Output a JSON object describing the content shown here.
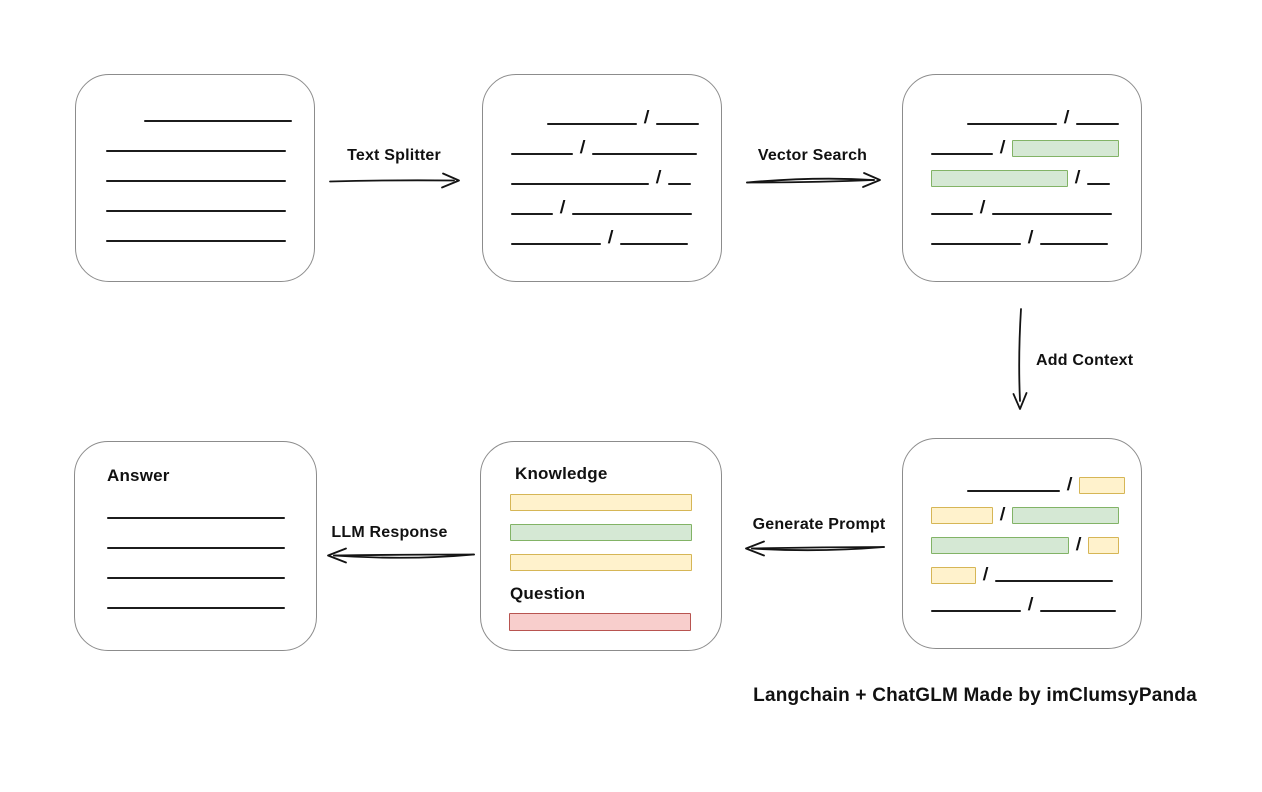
{
  "caption": "Langchain + ChatGLM Made by imClumsyPanda",
  "arrows": {
    "text_splitter": "Text Splitter",
    "vector_search": "Vector Search",
    "add_context": "Add Context",
    "generate_prompt": "Generate Prompt",
    "llm_response": "LLM Response"
  },
  "colors": {
    "line": "#1c1c1c",
    "box_border": "#8c8c8c",
    "green_fill": "#d5e8d4",
    "green_border": "#82b366",
    "yellow_fill": "#fff2cc",
    "yellow_border": "#d6b656",
    "red_fill": "#f8cecc",
    "red_border": "#b85450"
  },
  "boxes": {
    "document": {
      "rows": [
        [
          {
            "t": "indent",
            "w": 32
          },
          {
            "t": "line",
            "w": 148
          }
        ],
        [
          {
            "t": "line",
            "w": 180
          }
        ],
        [
          {
            "t": "line",
            "w": 180
          }
        ],
        [
          {
            "t": "line",
            "w": 180
          }
        ],
        [
          {
            "t": "line",
            "w": 180
          }
        ]
      ]
    },
    "split_text": {
      "rows": [
        [
          {
            "t": "indent",
            "w": 30
          },
          {
            "t": "line",
            "w": 90
          },
          {
            "t": "slash"
          },
          {
            "t": "line",
            "w": 43
          }
        ],
        [
          {
            "t": "line",
            "w": 62
          },
          {
            "t": "slash"
          },
          {
            "t": "line",
            "w": 105
          }
        ],
        [
          {
            "t": "line",
            "w": 138
          },
          {
            "t": "slash"
          },
          {
            "t": "line",
            "w": 23
          }
        ],
        [
          {
            "t": "line",
            "w": 42
          },
          {
            "t": "slash"
          },
          {
            "t": "line",
            "w": 120
          }
        ],
        [
          {
            "t": "line",
            "w": 90
          },
          {
            "t": "slash"
          },
          {
            "t": "line",
            "w": 68
          }
        ]
      ]
    },
    "vector_matches": {
      "rows": [
        [
          {
            "t": "indent",
            "w": 30
          },
          {
            "t": "line",
            "w": 90
          },
          {
            "t": "slash"
          },
          {
            "t": "line",
            "w": 43
          }
        ],
        [
          {
            "t": "line",
            "w": 62
          },
          {
            "t": "slash"
          },
          {
            "t": "green",
            "w": 107
          }
        ],
        [
          {
            "t": "green",
            "w": 137
          },
          {
            "t": "slash"
          },
          {
            "t": "line",
            "w": 23
          }
        ],
        [
          {
            "t": "line",
            "w": 42
          },
          {
            "t": "slash"
          },
          {
            "t": "line",
            "w": 120
          }
        ],
        [
          {
            "t": "line",
            "w": 90
          },
          {
            "t": "slash"
          },
          {
            "t": "line",
            "w": 68
          }
        ]
      ]
    },
    "context_chunks": {
      "rows": [
        [
          {
            "t": "indent",
            "w": 30
          },
          {
            "t": "line",
            "w": 93
          },
          {
            "t": "slash"
          },
          {
            "t": "yellow",
            "w": 46
          }
        ],
        [
          {
            "t": "yellow",
            "w": 62
          },
          {
            "t": "slash"
          },
          {
            "t": "green",
            "w": 107
          }
        ],
        [
          {
            "t": "green",
            "w": 138
          },
          {
            "t": "slash"
          },
          {
            "t": "yellow",
            "w": 31
          }
        ],
        [
          {
            "t": "yellow",
            "w": 45
          },
          {
            "t": "slash"
          },
          {
            "t": "line",
            "w": 118
          }
        ],
        [
          {
            "t": "line",
            "w": 90
          },
          {
            "t": "slash"
          },
          {
            "t": "line",
            "w": 76
          }
        ]
      ]
    },
    "prompt": {
      "knowledge_label": "Knowledge",
      "question_label": "Question",
      "knowledge_bars": [
        [
          {
            "t": "yellow",
            "w": 182
          }
        ],
        [
          {
            "t": "green",
            "w": 182
          }
        ],
        [
          {
            "t": "yellow",
            "w": 182
          }
        ]
      ],
      "question_bars": [
        [
          {
            "t": "red",
            "w": 182
          }
        ]
      ]
    },
    "answer": {
      "label": "Answer",
      "rows": [
        [
          {
            "t": "line",
            "w": 178
          }
        ],
        [
          {
            "t": "line",
            "w": 178
          }
        ],
        [
          {
            "t": "line",
            "w": 178
          }
        ],
        [
          {
            "t": "line",
            "w": 178
          }
        ]
      ]
    }
  }
}
